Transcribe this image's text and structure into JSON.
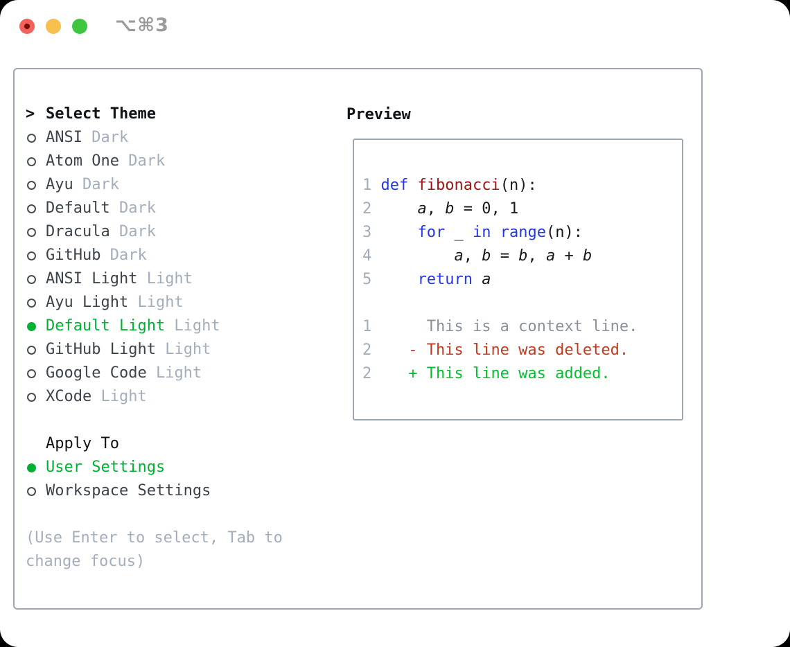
{
  "window": {
    "title": "⌥⌘3"
  },
  "theme_panel": {
    "header_prefix": ">",
    "header": "Select Theme",
    "items": [
      {
        "name": "ANSI",
        "variant": "Dark",
        "selected": false
      },
      {
        "name": "Atom One",
        "variant": "Dark",
        "selected": false
      },
      {
        "name": "Ayu",
        "variant": "Dark",
        "selected": false
      },
      {
        "name": "Default",
        "variant": "Dark",
        "selected": false
      },
      {
        "name": "Dracula",
        "variant": "Dark",
        "selected": false
      },
      {
        "name": "GitHub",
        "variant": "Dark",
        "selected": false
      },
      {
        "name": "ANSI Light",
        "variant": "Light",
        "selected": false
      },
      {
        "name": "Ayu Light",
        "variant": "Light",
        "selected": false
      },
      {
        "name": "Default Light",
        "variant": "Light",
        "selected": true
      },
      {
        "name": "GitHub Light",
        "variant": "Light",
        "selected": false
      },
      {
        "name": "Google Code",
        "variant": "Light",
        "selected": false
      },
      {
        "name": "XCode",
        "variant": "Light",
        "selected": false
      }
    ],
    "apply_to": {
      "label": "Apply To",
      "options": [
        {
          "label": "User Settings",
          "selected": true
        },
        {
          "label": "Workspace Settings",
          "selected": false
        }
      ]
    },
    "help_text": "(Use Enter to select, Tab to change focus)"
  },
  "preview": {
    "label": "Preview",
    "code_lines": [
      {
        "num": "1",
        "tokens": [
          {
            "t": "def",
            "c": "kw"
          },
          {
            "t": " "
          },
          {
            "t": "fibonacci",
            "c": "fn"
          },
          {
            "t": "(n):"
          }
        ]
      },
      {
        "num": "2",
        "tokens": [
          {
            "t": "    "
          },
          {
            "t": "a",
            "c": "var"
          },
          {
            "t": ", "
          },
          {
            "t": "b",
            "c": "var"
          },
          {
            "t": " = 0, 1"
          }
        ]
      },
      {
        "num": "3",
        "tokens": [
          {
            "t": "    "
          },
          {
            "t": "for",
            "c": "kw"
          },
          {
            "t": " _ "
          },
          {
            "t": "in",
            "c": "kw"
          },
          {
            "t": " "
          },
          {
            "t": "range",
            "c": "kw"
          },
          {
            "t": "(n):"
          }
        ]
      },
      {
        "num": "4",
        "tokens": [
          {
            "t": "        "
          },
          {
            "t": "a",
            "c": "var"
          },
          {
            "t": ", "
          },
          {
            "t": "b",
            "c": "var"
          },
          {
            "t": " = "
          },
          {
            "t": "b",
            "c": "var"
          },
          {
            "t": ", "
          },
          {
            "t": "a",
            "c": "var"
          },
          {
            "t": " + "
          },
          {
            "t": "b",
            "c": "var"
          }
        ]
      },
      {
        "num": "5",
        "tokens": [
          {
            "t": "    "
          },
          {
            "t": "return",
            "c": "kw"
          },
          {
            "t": " "
          },
          {
            "t": "a",
            "c": "var"
          }
        ]
      }
    ],
    "diff_lines": [
      {
        "num": "1",
        "marker": " ",
        "text": "This is a context line.",
        "kind": "context"
      },
      {
        "num": "2",
        "marker": "-",
        "text": "This line was deleted.",
        "kind": "deleted"
      },
      {
        "num": "2",
        "marker": "+",
        "text": "This line was added.",
        "kind": "added"
      }
    ]
  },
  "colors": {
    "accent_green": "#00b232",
    "added_green": "#00c22b",
    "deleted_red": "#c33a1f",
    "keyword_blue": "#2438e6",
    "function_red": "#a31515",
    "muted": "#a3aebc",
    "linenum": "#a2abb8",
    "context_gray": "#8b9199",
    "border": "#9ea7b1",
    "item_text": "#3c434b",
    "header_text": "#101317",
    "code_text": "#17181b",
    "title_gray": "#9b9b9b",
    "traffic_red": "#f1635a",
    "traffic_red_dot": "#770c05",
    "traffic_yellow": "#f6bf4e",
    "traffic_green": "#3ec63e"
  }
}
